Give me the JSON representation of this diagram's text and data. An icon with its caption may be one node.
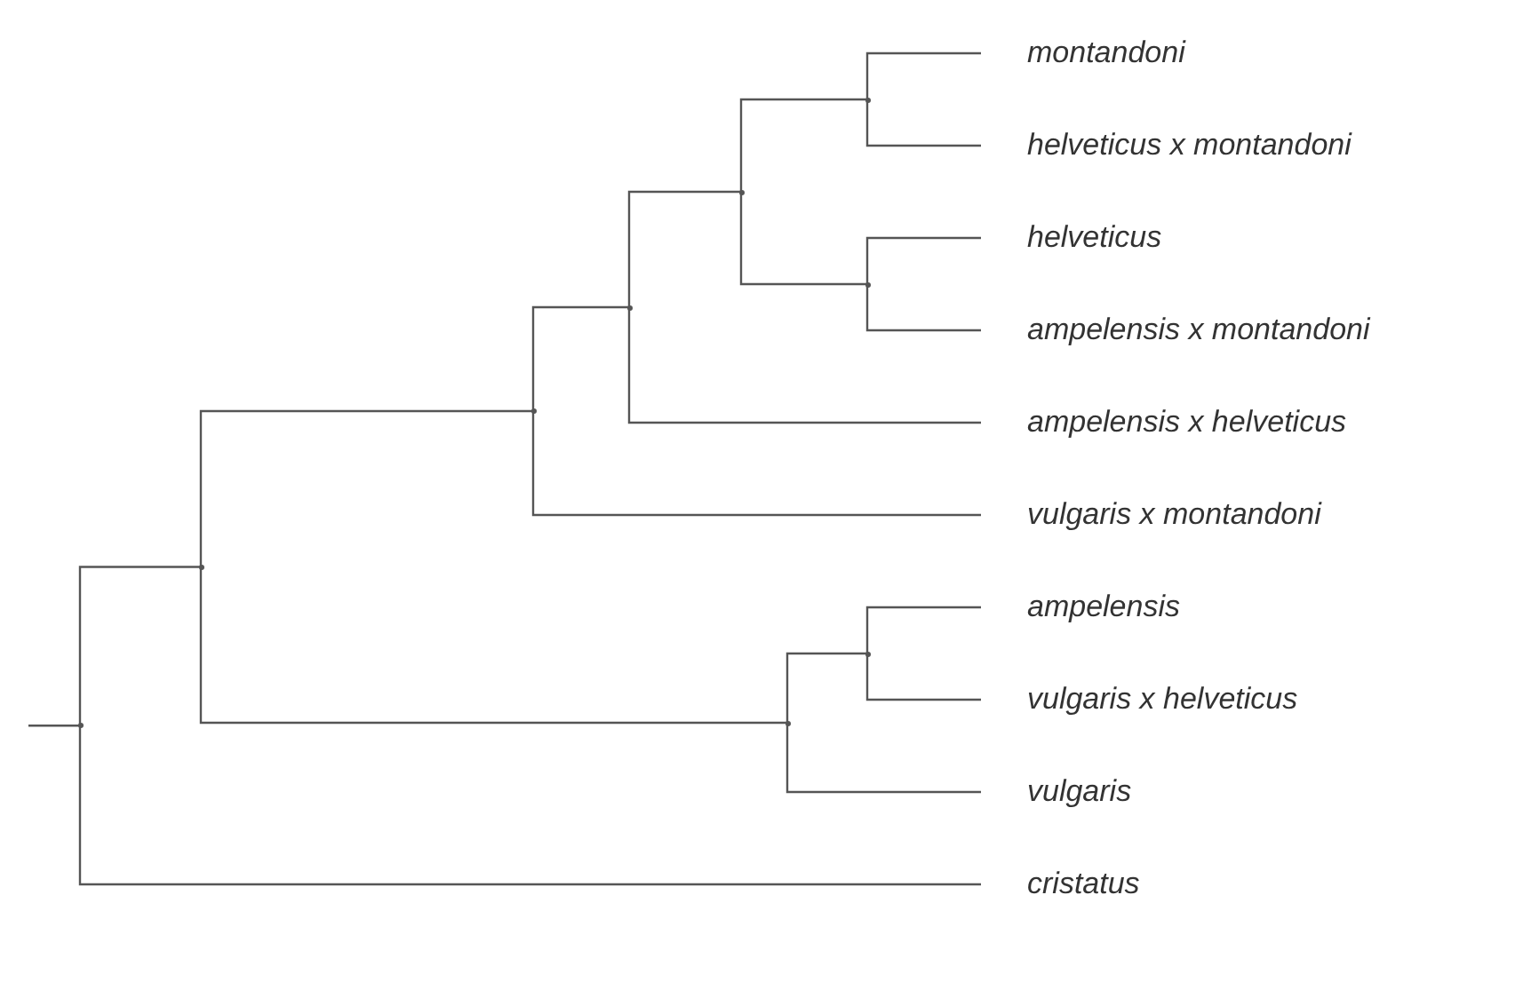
{
  "diagram": {
    "nodes": [
      {
        "text": [
          "montandoni"
        ]
      },
      {
        "text": [
          "helveticus x montandoni"
        ]
      },
      {
        "text": [
          "helveticus"
        ]
      },
      {
        "text": [
          "ampelensis x montandoni"
        ]
      },
      {
        "text": [
          "ampelensis x helveticus"
        ]
      },
      {
        "text": [
          "vulgaris x montandoni"
        ]
      },
      {
        "text": [
          "ampelensis"
        ]
      },
      {
        "text": [
          "vulgaris x helveticus"
        ]
      },
      {
        "text": [
          "vulgaris"
        ]
      },
      {
        "text": [
          "cristatus"
        ]
      },
      {
        "text": [],
        "shape": "point"
      },
      {
        "text": [],
        "shape": "point"
      },
      {
        "text": [],
        "shape": "point"
      },
      {
        "text": [],
        "shape": "point"
      },
      {
        "text": [],
        "shape": "point"
      },
      {
        "text": [],
        "shape": "point"
      },
      {
        "text": [],
        "shape": "point"
      },
      {
        "text": [],
        "shape": "point"
      },
      {
        "text": [],
        "shape": "point"
      }
    ],
    "edges": [
      {
        "from": null,
        "to": 10,
        "arrow": "none"
      },
      {
        "from": 10,
        "to": 11,
        "arrow": "none"
      },
      {
        "from": 10,
        "to": 9,
        "arrow": "none"
      },
      {
        "from": 11,
        "to": 12,
        "arrow": "none"
      },
      {
        "from": 11,
        "to": 15,
        "arrow": "none"
      },
      {
        "from": 12,
        "to": 13,
        "arrow": "none"
      },
      {
        "from": 12,
        "to": 5,
        "arrow": "none"
      },
      {
        "from": 13,
        "to": 14,
        "arrow": "none"
      },
      {
        "from": 13,
        "to": 4,
        "arrow": "none"
      },
      {
        "from": 14,
        "to": 16,
        "arrow": "none"
      },
      {
        "from": 14,
        "to": 17,
        "arrow": "none"
      },
      {
        "from": 16,
        "to": 0,
        "arrow": "none"
      },
      {
        "from": 16,
        "to": 1,
        "arrow": "none"
      },
      {
        "from": 17,
        "to": 2,
        "arrow": "none"
      },
      {
        "from": 17,
        "to": 3,
        "arrow": "none"
      },
      {
        "from": 15,
        "to": 18,
        "arrow": "none"
      },
      {
        "from": 15,
        "to": 8,
        "arrow": "none"
      },
      {
        "from": 18,
        "to": 6,
        "arrow": "none"
      },
      {
        "from": 18,
        "to": 7,
        "arrow": "none"
      }
    ]
  }
}
